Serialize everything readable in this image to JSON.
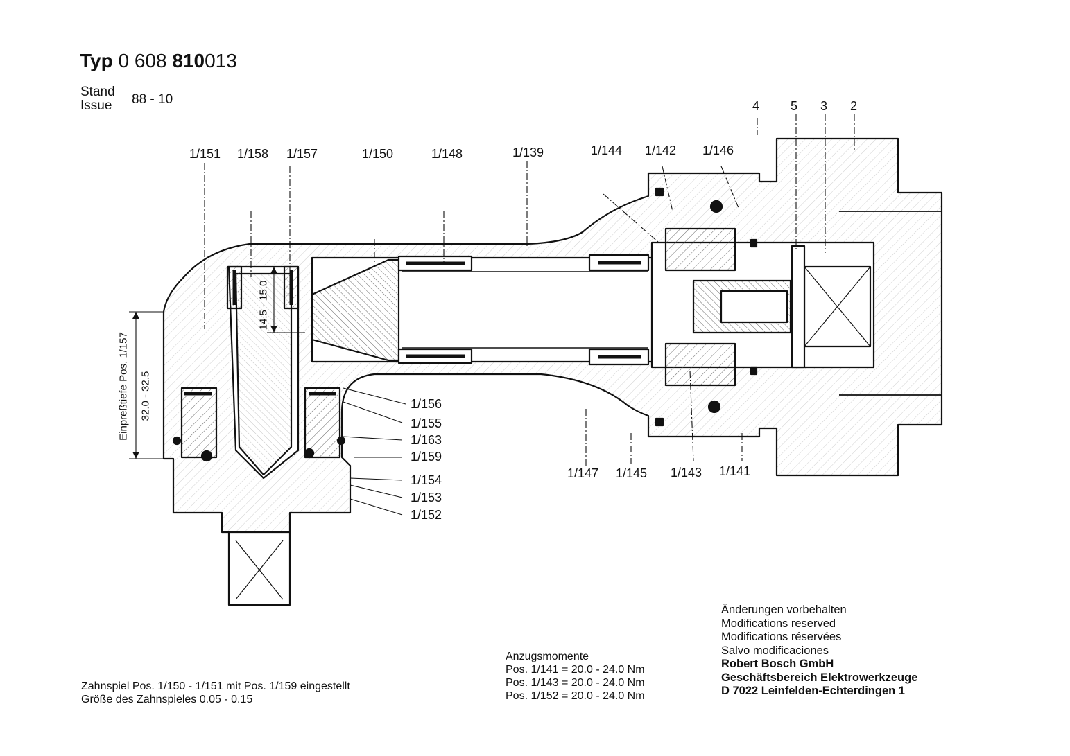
{
  "header": {
    "typ_word": "Typ",
    "num_a": "0 608",
    "num_b": "810",
    "num_c": "013",
    "stand_label_de": "Stand",
    "stand_label_en": "Issue",
    "stand_value": "88 - 10"
  },
  "callouts_top": [
    "4",
    "5",
    "3",
    "2",
    "1/151",
    "1/158",
    "1/157",
    "1/150",
    "1/148",
    "1/139",
    "1/144",
    "1/142",
    "1/146"
  ],
  "callouts_right": [
    "1/156",
    "1/155",
    "1/163",
    "1/159",
    "1/154",
    "1/153",
    "1/152"
  ],
  "callouts_bottom": [
    "1/147",
    "1/145",
    "1/143",
    "1/141"
  ],
  "dimensions": {
    "depth_label": "Einpreßtiefe Pos. 1/157",
    "depth_value": "32.0 - 32.5",
    "inner_value": "14.5 - 15.0"
  },
  "backlash_note": {
    "line1": "Zahnspiel Pos. 1/150 - 1/151 mit Pos. 1/159 eingestellt",
    "line2": "Größe des Zahnspieles 0.05 - 0.15"
  },
  "torques": {
    "heading": "Anzugsmomente",
    "rows": [
      "Pos. 1/141 = 20.0 - 24.0 Nm",
      "Pos. 1/143 = 20.0 - 24.0 Nm",
      "Pos. 1/152 = 20.0 - 24.0 Nm"
    ]
  },
  "disclaimer": [
    "Änderungen vorbehalten",
    "Modifications reserved",
    "Modifications réservées",
    "Salvo modificaciones"
  ],
  "company": [
    "Robert Bosch GmbH",
    "Geschäftsbereich Elektrowerkzeuge",
    "D 7022 Leinfelden-Echterdingen 1"
  ]
}
